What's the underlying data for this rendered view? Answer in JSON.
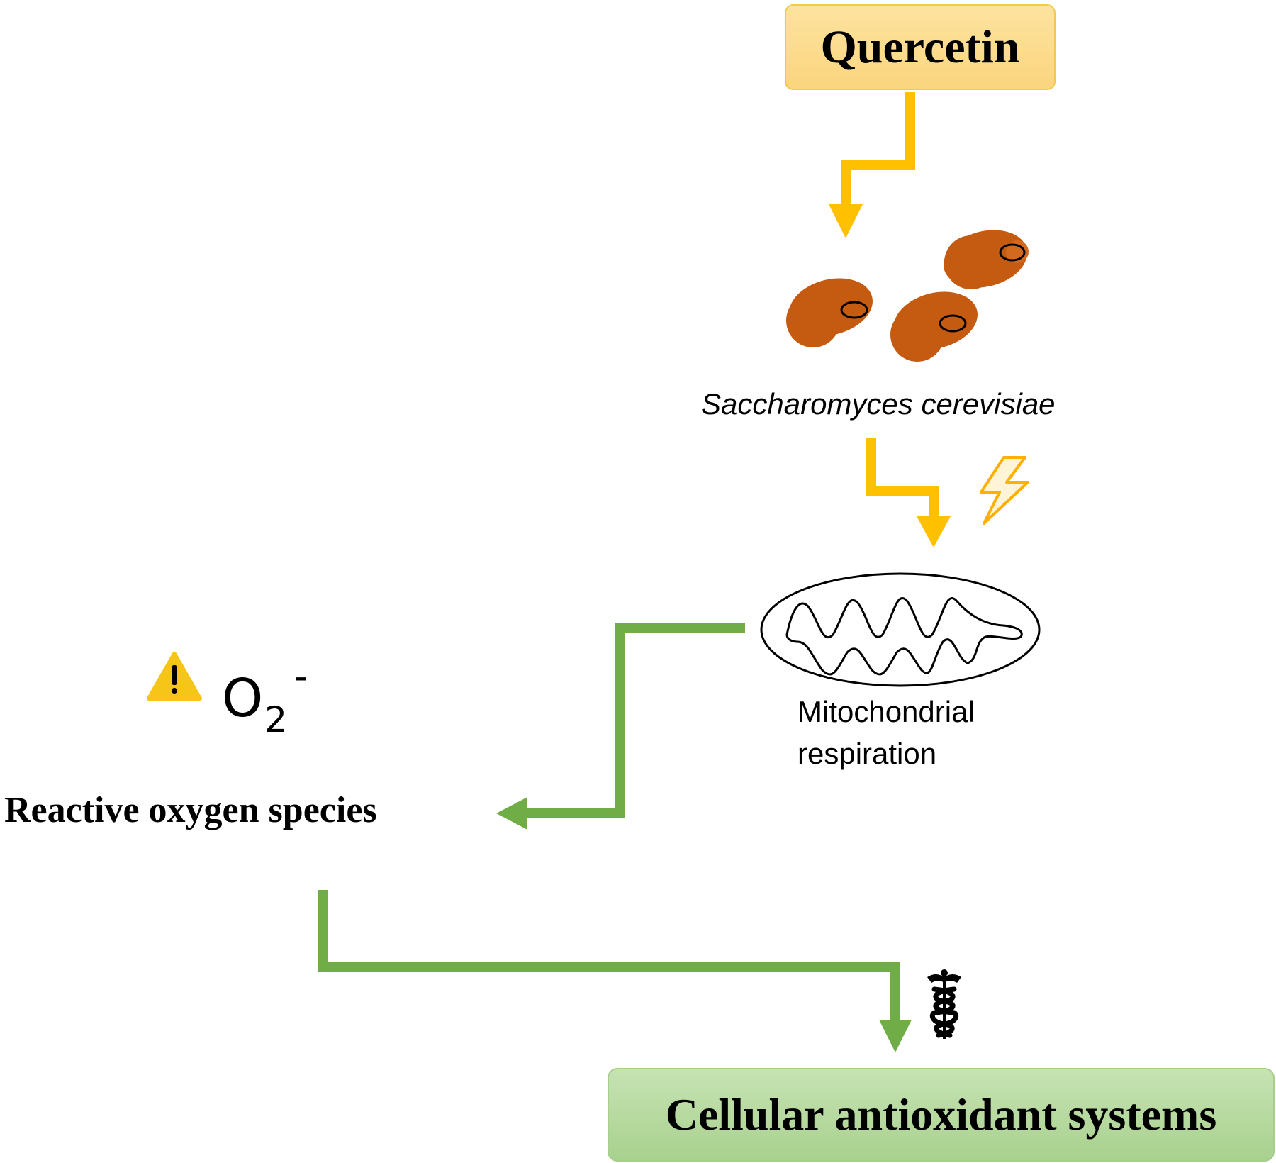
{
  "nodes": {
    "quercetin": "Quercetin",
    "yeast": "Saccharomyces cerevisiae",
    "mitochondria_line1": "Mitochondrial",
    "mitochondria_line2": "respiration",
    "superoxide_base": "O",
    "superoxide_sub": "2",
    "superoxide_sup": "-",
    "ros": "Reactive oxygen species",
    "antioxidant": "Cellular antioxidant systems"
  },
  "colors": {
    "yellow_arrow": "#ffc000",
    "green_arrow": "#70ad47",
    "yeast_cell": "#c55a11",
    "quercetin_fill": "#fdd98a",
    "antioxidant_fill": "#b6daa0",
    "warning": "#f5c518"
  },
  "icons": {
    "warning": "warning-icon",
    "lightning": "lightning-icon",
    "caduceus": "caduceus-icon"
  }
}
